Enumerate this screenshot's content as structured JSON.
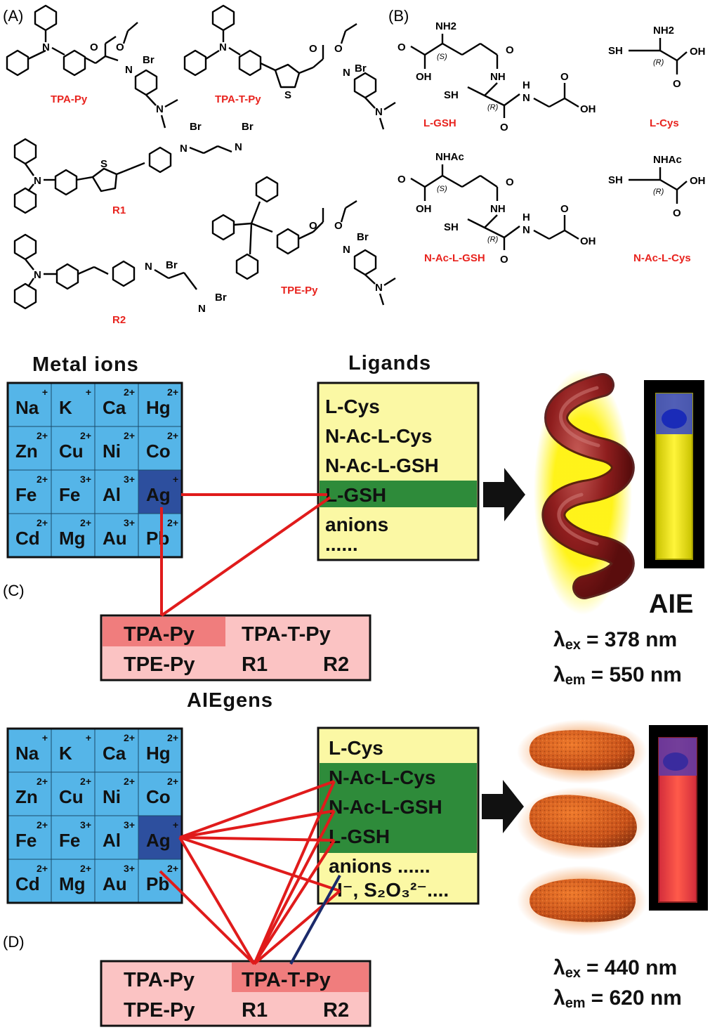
{
  "panels": {
    "a": "(A)",
    "b": "(B)",
    "c": "(C)",
    "d": "(D)"
  },
  "molecules_a": [
    "TPA-Py",
    "TPA-T-Py",
    "R1",
    "R2",
    "TPE-Py"
  ],
  "molecules_b": [
    "L-GSH",
    "L-Cys",
    "N-Ac-L-GSH",
    "N-Ac-L-Cys"
  ],
  "atoms": {
    "br": "Br",
    "nh2": "NH2",
    "nhac": "NHAc",
    "oh": "OH",
    "sh": "SH",
    "nh": "NH",
    "n": "N",
    "s": "S",
    "o": "O",
    "h": "H",
    "stereo_s": "(S)",
    "stereo_r": "(R)"
  },
  "colors": {
    "metal_cell": "#55b5e8",
    "metal_selected": "#2d4f9e",
    "ligand_box": "#fbf8a4",
    "ligand_selected": "#2e8b3a",
    "aiegen_box": "#fbc3c3",
    "aiegen_selected": "#f07d7d",
    "link_red": "#e01b1b",
    "link_navy": "#1b2a6b",
    "label_red": "#e8231e"
  },
  "metal_grid": {
    "title": "Metal ions",
    "cells": [
      {
        "s": "Na",
        "c": "+"
      },
      {
        "s": "K",
        "c": "+"
      },
      {
        "s": "Ca",
        "c": "2+"
      },
      {
        "s": "Hg",
        "c": "2+"
      },
      {
        "s": "Zn",
        "c": "2+"
      },
      {
        "s": "Cu",
        "c": "2+"
      },
      {
        "s": "Ni",
        "c": "2+"
      },
      {
        "s": "Co",
        "c": "2+"
      },
      {
        "s": "Fe",
        "c": "2+"
      },
      {
        "s": "Fe",
        "c": "3+"
      },
      {
        "s": "Al",
        "c": "3+"
      },
      {
        "s": "Ag",
        "c": "+"
      },
      {
        "s": "Cd",
        "c": "2+"
      },
      {
        "s": "Mg",
        "c": "2+"
      },
      {
        "s": "Au",
        "c": "3+"
      },
      {
        "s": "Pb",
        "c": "2+"
      }
    ]
  },
  "panel_c": {
    "ligands_title": "Ligands",
    "ligands": [
      "L-Cys",
      "N-Ac-L-Cys",
      "N-Ac-L-GSH",
      "L-GSH",
      "anions",
      "......"
    ],
    "aiegens_title": "AIEgens",
    "aiegens": [
      "TPA-Py",
      "TPA-T-Py",
      "TPE-Py",
      "R1",
      "R2"
    ],
    "result": "AIE",
    "ex_symbol": "λ",
    "ex_sub": "ex",
    "ex_value": "= 378 nm",
    "em_symbol": "λ",
    "em_sub": "em",
    "em_value": "= 550 nm"
  },
  "panel_d": {
    "ligands": [
      "L-Cys",
      "N-Ac-L-Cys",
      "N-Ac-L-GSH",
      "L-GSH",
      "anions ......",
      "I⁻, S₂O₃²⁻...."
    ],
    "aiegens": [
      "TPA-Py",
      "TPA-T-Py",
      "TPE-Py",
      "R1",
      "R2"
    ],
    "ex_symbol": "λ",
    "ex_sub": "ex",
    "ex_value": "= 440 nm",
    "em_symbol": "λ",
    "em_sub": "em",
    "em_value": "= 620 nm"
  }
}
